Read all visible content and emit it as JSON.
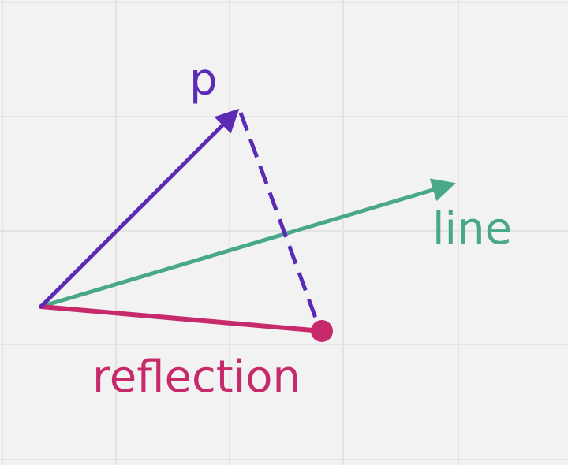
{
  "diagram": {
    "labels": {
      "p": "p",
      "line": "line",
      "reflection": "reflection"
    },
    "colors": {
      "background": "#f2f2f2",
      "grid": "#e3e3e3",
      "p_vector": "#5b2bb5",
      "line_vector": "#4aa88a",
      "reflection_vector": "#c72a6b"
    }
  }
}
